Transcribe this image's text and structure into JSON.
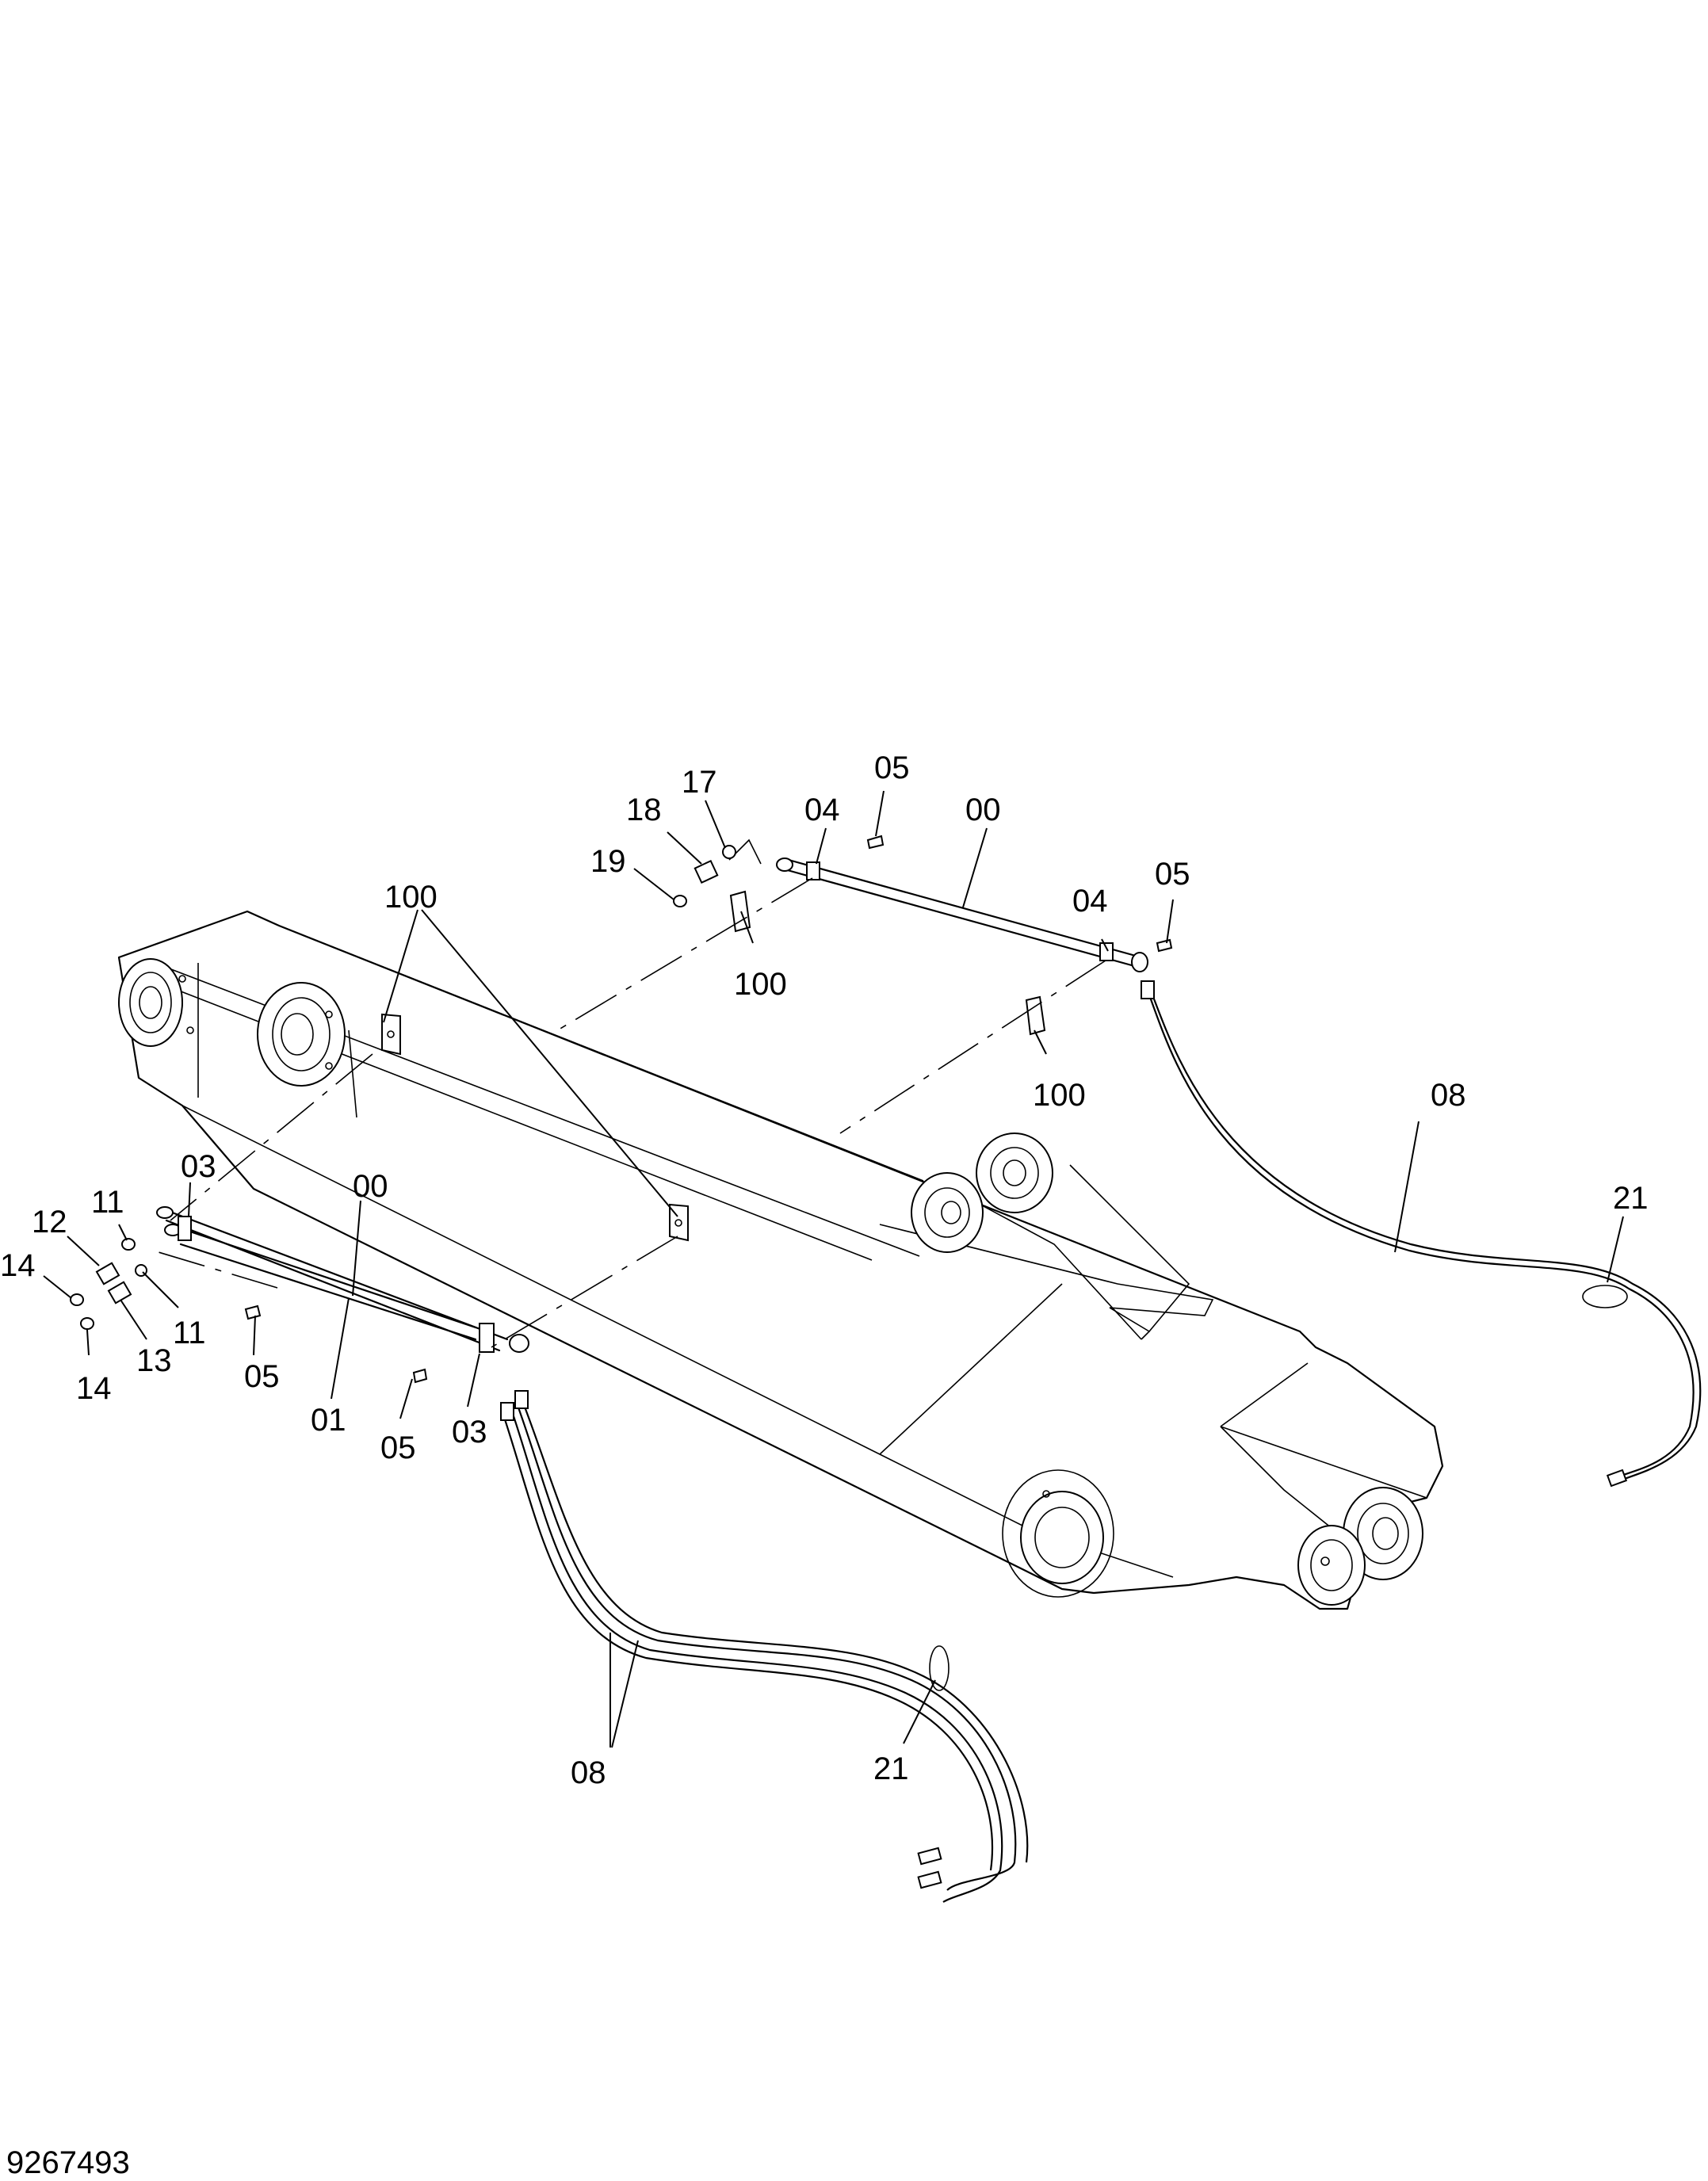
{
  "drawing_number": "9267493",
  "callouts": [
    {
      "id": "c17",
      "text": "17"
    },
    {
      "id": "c05a",
      "text": "05"
    },
    {
      "id": "c18",
      "text": "18"
    },
    {
      "id": "c04a",
      "text": "04"
    },
    {
      "id": "c00a",
      "text": "00"
    },
    {
      "id": "c19",
      "text": "19"
    },
    {
      "id": "c100a",
      "text": "100"
    },
    {
      "id": "c05b",
      "text": "05"
    },
    {
      "id": "c04b",
      "text": "04"
    },
    {
      "id": "c100b",
      "text": "100"
    },
    {
      "id": "c100c",
      "text": "100"
    },
    {
      "id": "c08a",
      "text": "08"
    },
    {
      "id": "c03a",
      "text": "03"
    },
    {
      "id": "c00b",
      "text": "00"
    },
    {
      "id": "c21a",
      "text": "21"
    },
    {
      "id": "c11a",
      "text": "11"
    },
    {
      "id": "c12",
      "text": "12"
    },
    {
      "id": "c14a",
      "text": "14"
    },
    {
      "id": "c11b",
      "text": "11"
    },
    {
      "id": "c13",
      "text": "13"
    },
    {
      "id": "c05c",
      "text": "05"
    },
    {
      "id": "c14b",
      "text": "14"
    },
    {
      "id": "c01",
      "text": "01"
    },
    {
      "id": "c05d",
      "text": "05"
    },
    {
      "id": "c03b",
      "text": "03"
    },
    {
      "id": "c21b",
      "text": "21"
    },
    {
      "id": "c08b",
      "text": "08"
    }
  ]
}
